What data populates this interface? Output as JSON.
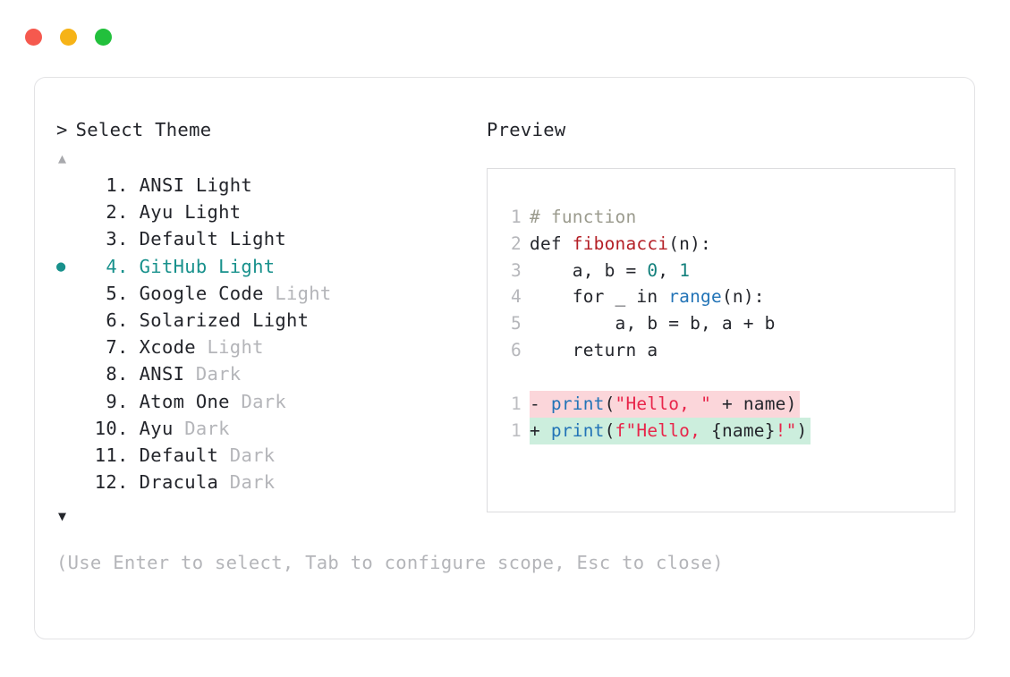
{
  "window": {
    "dots": [
      {
        "name": "close-dot",
        "color": "#f5594e"
      },
      {
        "name": "minimize-dot",
        "color": "#f6b317"
      },
      {
        "name": "maximize-dot",
        "color": "#22c03c"
      }
    ]
  },
  "theme_selector": {
    "caret": ">",
    "title": "Select Theme",
    "scroll_up": "▲",
    "scroll_down": "▼",
    "selected_index": 4,
    "bullet": "●",
    "dot_separator": ".",
    "accent_color": "#18918c",
    "items": [
      {
        "index": "1",
        "name": "ANSI Light",
        "variant": "",
        "selected": false
      },
      {
        "index": "2",
        "name": "Ayu Light",
        "variant": "",
        "selected": false
      },
      {
        "index": "3",
        "name": "Default Light",
        "variant": "",
        "selected": false
      },
      {
        "index": "4",
        "name": "GitHub Light",
        "variant": "",
        "selected": true
      },
      {
        "index": "5",
        "name": "Google Code",
        "variant": "Light",
        "selected": false
      },
      {
        "index": "6",
        "name": "Solarized Light",
        "variant": "",
        "selected": false
      },
      {
        "index": "7",
        "name": "Xcode",
        "variant": "Light",
        "selected": false
      },
      {
        "index": "8",
        "name": "ANSI",
        "variant": "Dark",
        "selected": false
      },
      {
        "index": "9",
        "name": "Atom One",
        "variant": "Dark",
        "selected": false
      },
      {
        "index": "10",
        "name": "Ayu",
        "variant": "Dark",
        "selected": false
      },
      {
        "index": "11",
        "name": "Default",
        "variant": "Dark",
        "selected": false
      },
      {
        "index": "12",
        "name": "Dracula",
        "variant": "Dark",
        "selected": false
      }
    ],
    "hint": "(Use Enter to select, Tab to configure scope, Esc to close)"
  },
  "preview": {
    "label": "Preview",
    "code_lines": [
      {
        "ln": "1",
        "tokens": [
          {
            "t": "# function",
            "c": "tok-comment"
          }
        ]
      },
      {
        "ln": "2",
        "tokens": [
          {
            "t": "def ",
            "c": "tok-plain"
          },
          {
            "t": "fibonacci",
            "c": "tok-func"
          },
          {
            "t": "(n):",
            "c": "tok-plain"
          }
        ]
      },
      {
        "ln": "3",
        "tokens": [
          {
            "t": "    a, b = ",
            "c": "tok-plain"
          },
          {
            "t": "0",
            "c": "tok-num"
          },
          {
            "t": ", ",
            "c": "tok-plain"
          },
          {
            "t": "1",
            "c": "tok-num"
          }
        ]
      },
      {
        "ln": "4",
        "tokens": [
          {
            "t": "    for _ in ",
            "c": "tok-plain"
          },
          {
            "t": "range",
            "c": "tok-builtin"
          },
          {
            "t": "(n):",
            "c": "tok-plain"
          }
        ]
      },
      {
        "ln": "5",
        "tokens": [
          {
            "t": "        a, b = b, a + b",
            "c": "tok-plain"
          }
        ]
      },
      {
        "ln": "6",
        "tokens": [
          {
            "t": "    return a",
            "c": "tok-plain"
          }
        ]
      }
    ],
    "diff_lines": [
      {
        "ln": "1",
        "kind": "removed",
        "sign": "-",
        "tokens": [
          {
            "t": "print",
            "c": "tok-call"
          },
          {
            "t": "(",
            "c": "tok-plain"
          },
          {
            "t": "\"Hello, \"",
            "c": "tok-str"
          },
          {
            "t": " + name)",
            "c": "tok-plain"
          }
        ]
      },
      {
        "ln": "1",
        "kind": "added",
        "sign": "+",
        "tokens": [
          {
            "t": "print",
            "c": "tok-call"
          },
          {
            "t": "(",
            "c": "tok-plain"
          },
          {
            "t": "f\"Hello, ",
            "c": "tok-str"
          },
          {
            "t": "{name}",
            "c": "tok-plain"
          },
          {
            "t": "!\"",
            "c": "tok-str"
          },
          {
            "t": ")",
            "c": "tok-plain"
          }
        ]
      }
    ],
    "diff_colors": {
      "removed_bg": "#fbd6da",
      "added_bg": "#cceedd"
    }
  }
}
